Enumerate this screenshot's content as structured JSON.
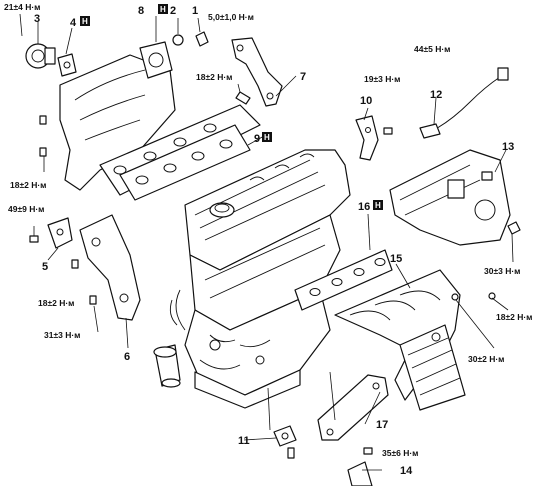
{
  "callouts": {
    "c1": "1",
    "c2": "2",
    "c3": "3",
    "c4": "4",
    "c5": "5",
    "c6": "6",
    "c7": "7",
    "c8": "8",
    "c9": "9",
    "c10": "10",
    "c11": "11",
    "c12": "12",
    "c13": "13",
    "c14": "14",
    "c15": "15",
    "c16": "16",
    "c17": "17"
  },
  "badge_letter": "H",
  "torques": {
    "t_21_4": "21±4 Н·м",
    "t_5_1": "5,0±1,0 Н·м",
    "t_18_2_a": "18±2 Н·м",
    "t_44_5": "44±5 Н·м",
    "t_19_3": "19±3 Н·м",
    "t_18_2_b": "18±2 Н·м",
    "t_49_9": "49±9 Н·м",
    "t_18_2_c": "18±2 Н·м",
    "t_31_3": "31±3 Н·м",
    "t_30_3": "30±3 Н·м",
    "t_18_2_d": "18±2 Н·м",
    "t_30_2": "30±2 Н·м",
    "t_35_6": "35±6 Н·м"
  }
}
